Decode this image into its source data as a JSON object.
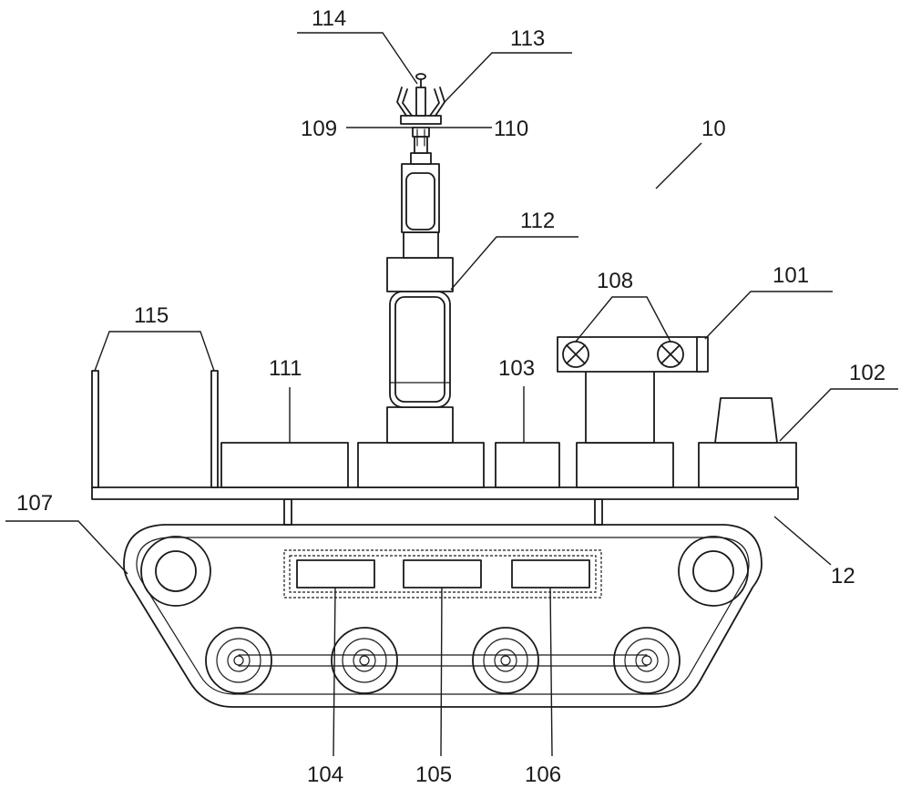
{
  "labels": {
    "l10": "10",
    "l12": "12",
    "l101": "101",
    "l102": "102",
    "l103": "103",
    "l104": "104",
    "l105": "105",
    "l106": "106",
    "l107": "107",
    "l108": "108",
    "l109": "109",
    "l110": "110",
    "l111": "111",
    "l112": "112",
    "l113": "113",
    "l114": "114",
    "l115": "115"
  }
}
